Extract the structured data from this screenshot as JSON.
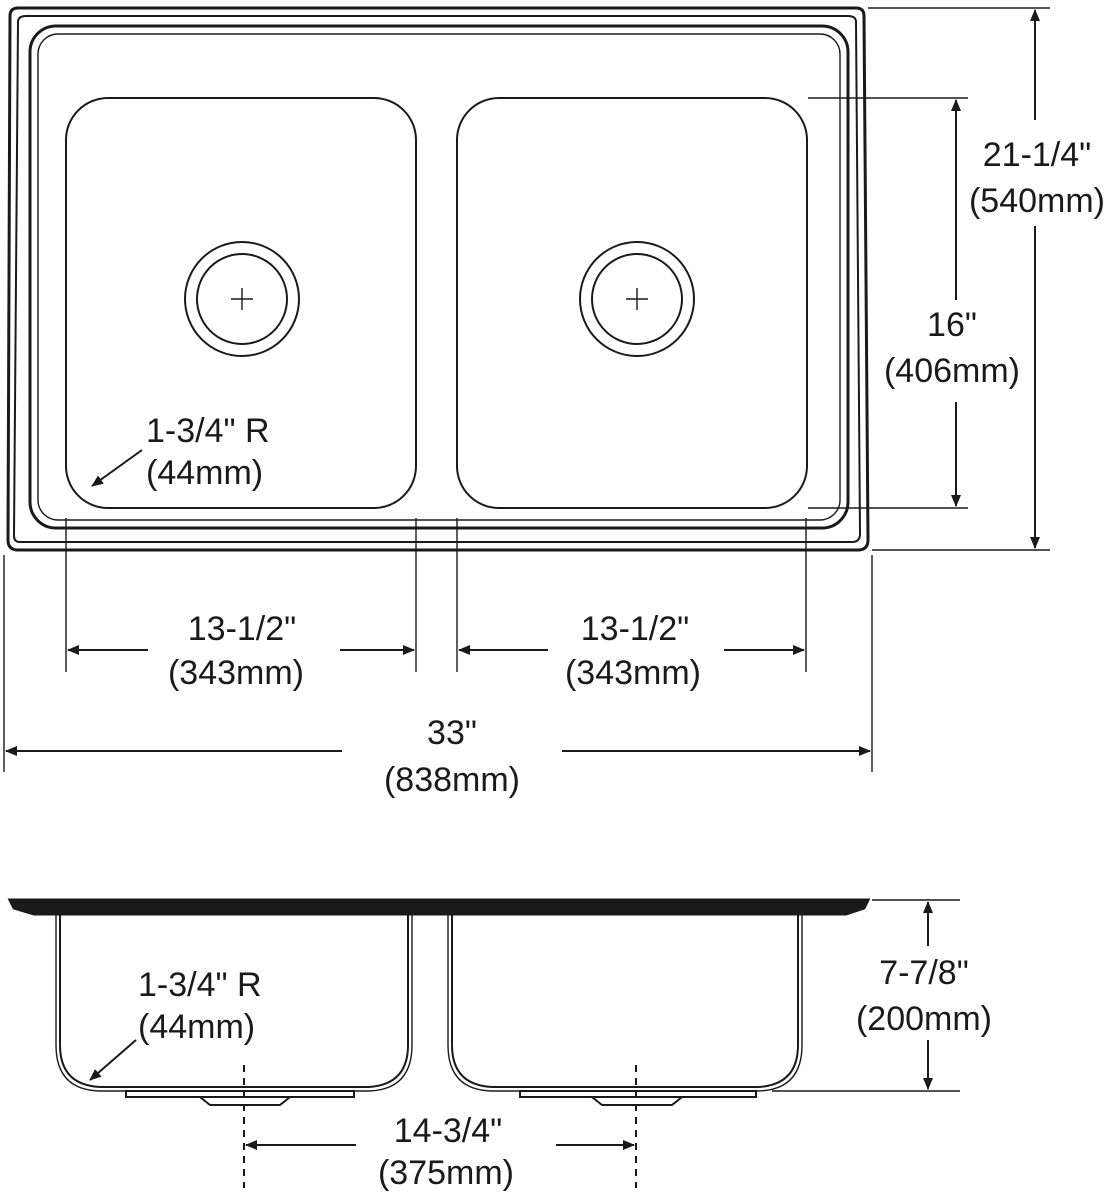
{
  "top_view": {
    "overall_depth": {
      "inches": "21-1/4\"",
      "mm": "(540mm)"
    },
    "bowl_length": {
      "inches": "16\"",
      "mm": "(406mm)"
    },
    "corner_radius": {
      "inches": "1-3/4\" R",
      "mm": "(44mm)"
    },
    "left_bowl_width": {
      "inches": "13-1/2\"",
      "mm": "(343mm)"
    },
    "right_bowl_width": {
      "inches": "13-1/2\"",
      "mm": "(343mm)"
    },
    "overall_width": {
      "inches": "33\"",
      "mm": "(838mm)"
    }
  },
  "side_view": {
    "corner_radius": {
      "inches": "1-3/4\" R",
      "mm": "(44mm)"
    },
    "bowl_depth": {
      "inches": "7-7/8\"",
      "mm": "(200mm)"
    },
    "drain_spacing": {
      "inches": "14-3/4\"",
      "mm": "(375mm)"
    }
  }
}
